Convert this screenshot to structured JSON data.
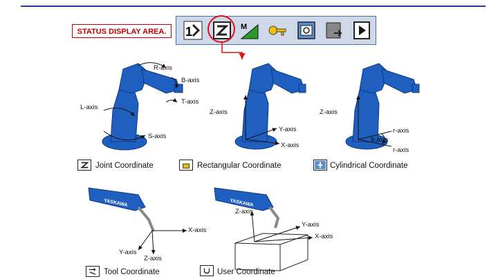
{
  "status_label": "STATUS DISPLAY AREA.",
  "toolbar_icons": [
    "axis-order-icon",
    "coordinate-icon",
    "manual-speed-icon",
    "key-icon",
    "teach-icon",
    "page-icon",
    "play-icon"
  ],
  "axis_labels": {
    "r": "R-axis",
    "b": "B-axis",
    "t": "T-axis",
    "l": "L-axis",
    "s": "S-axis",
    "z": "Z-axis",
    "y": "Y-axis",
    "x": "X-axis",
    "theta": "θ-axis",
    "radius": "r-axis"
  },
  "brand": "YASKAWA",
  "captions": {
    "joint": "Joint Coordinate",
    "rect": "Rectangular Coordinate",
    "cyl": "Cylindrical Coordinate",
    "tool": "Tool Coordinate",
    "user": "User Coordinate"
  },
  "colors": {
    "robot": "#1f5fbf",
    "robot_dark": "#0f3a80",
    "accent": "#c00000",
    "line": "#1f3f8f"
  }
}
